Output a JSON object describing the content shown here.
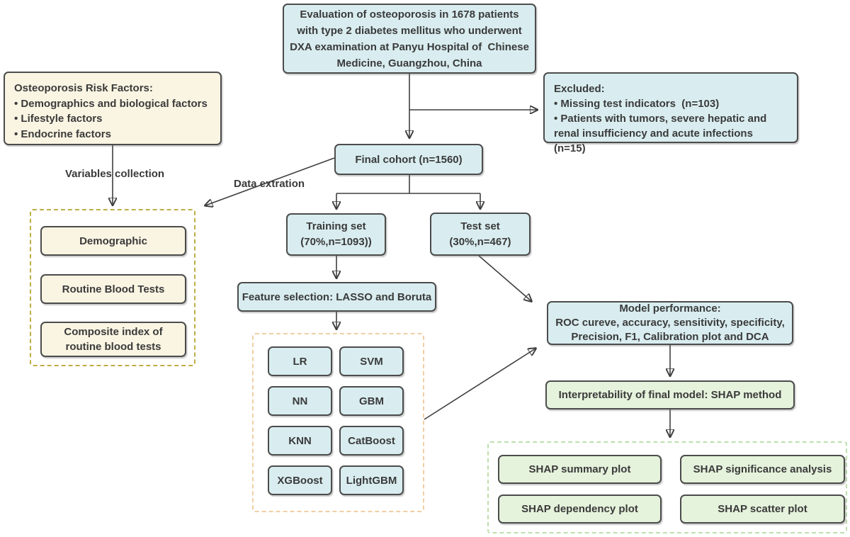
{
  "palette": {
    "blue_fill": "#d9edf0",
    "beige_fill": "#faf5e3",
    "green_fill": "#e5f2dc",
    "box_border": "#4c4c4c",
    "dash_yellow": "#bfae45",
    "dash_orange": "#f0cfa4",
    "dash_green": "#bedfae",
    "ink": "#3a3a3a"
  },
  "top_box": {
    "lines": [
      "Evaluation of osteoporosis in 1678 patients",
      "with type 2 diabetes mellitus who underwent",
      "DXA examination at Panyu Hospital of  Chinese",
      "Medicine, Guangzhou, China"
    ]
  },
  "risk_factors_box": {
    "title": "Osteoporosis Risk Factors:",
    "items": [
      "• Demographics and biological factors",
      "• Lifestyle factors",
      "• Endocrine factors"
    ]
  },
  "excluded_box": {
    "title": "Excluded:",
    "items": [
      "• Missing test indicators  (n=103)",
      "• Patients with tumors, severe hepatic and renal insufficiency and acute infections  (n=15)"
    ]
  },
  "labels": {
    "variables_collection": "Variables collection",
    "data_extration": "Data extration"
  },
  "variables_group": {
    "items": [
      "Demographic",
      "Routine Blood Tests",
      "Composite index of routine blood tests"
    ]
  },
  "final_cohort": {
    "label": "Final cohort (n=1560)"
  },
  "training_set": {
    "line1": "Training set",
    "line2": "(70%,n=1093))"
  },
  "test_set": {
    "line1": "Test set",
    "line2": "(30%,n=467)"
  },
  "feature_selection": {
    "label": "Feature selection: LASSO and Boruta"
  },
  "models": [
    "LR",
    "SVM",
    "NN",
    "GBM",
    "KNN",
    "CatBoost",
    "XGBoost",
    "LightGBM"
  ],
  "model_performance": {
    "lines": [
      "Model performance:",
      "ROC cureve, accuracy, sensitivity, specificity,",
      "Precision, F1, Calibration plot and DCA"
    ]
  },
  "interpretability": {
    "label": "Interpretability of final model: SHAP method"
  },
  "shap_outputs": [
    "SHAP summary plot",
    "SHAP significance analysis",
    "SHAP dependency plot",
    "SHAP scatter plot"
  ]
}
